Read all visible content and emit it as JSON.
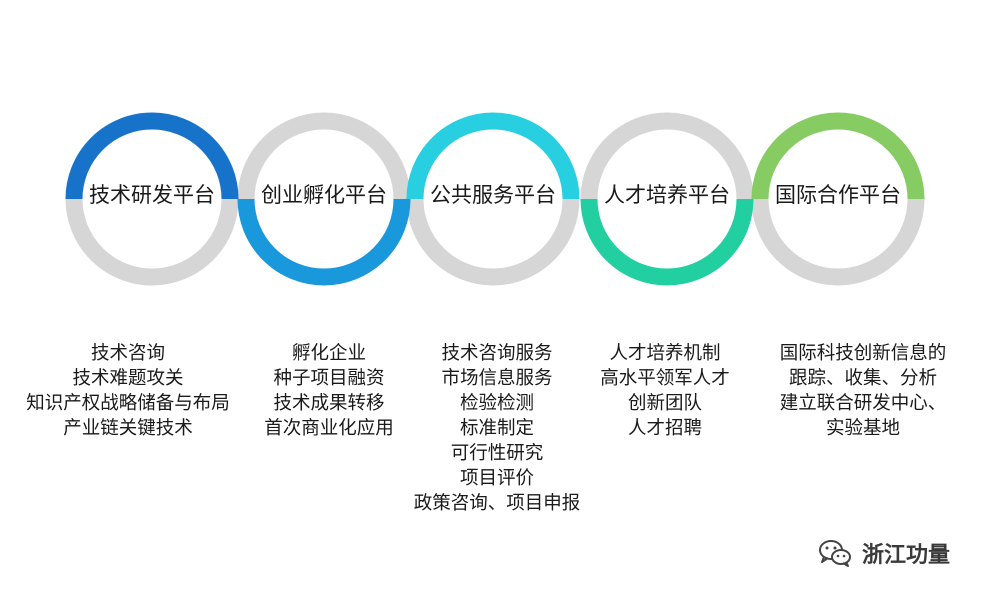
{
  "platforms": [
    {
      "title": "技术研发平台",
      "color": "#1773c9",
      "items": [
        "技术咨询",
        "技术难题攻关",
        "知识产权战略储备与布局",
        "产业链关键技术"
      ]
    },
    {
      "title": "创业孵化平台",
      "color": "#1a98dc",
      "items": [
        "孵化企业",
        "种子项目融资",
        "技术成果转移",
        "首次商业化应用"
      ]
    },
    {
      "title": "公共服务平台",
      "color": "#27cfe0",
      "items": [
        "技术咨询服务",
        "市场信息服务",
        "检验检测",
        "标准制定",
        "可行性研究",
        "项目评价",
        "政策咨询、项目申报"
      ]
    },
    {
      "title": "人才培养平台",
      "color": "#21cfa0",
      "items": [
        "人才培养机制",
        "高水平领军人才",
        "创新团队",
        "人才招聘"
      ]
    },
    {
      "title": "国际合作平台",
      "color": "#86cc62",
      "items": [
        "国际科技创新信息的",
        "跟踪、收集、分析",
        "建立联合研发中心、",
        "实验基地"
      ]
    }
  ],
  "ring_gray": "#d6d6d6",
  "brand": {
    "icon": "wechat-icon",
    "text": "浙江功量"
  }
}
